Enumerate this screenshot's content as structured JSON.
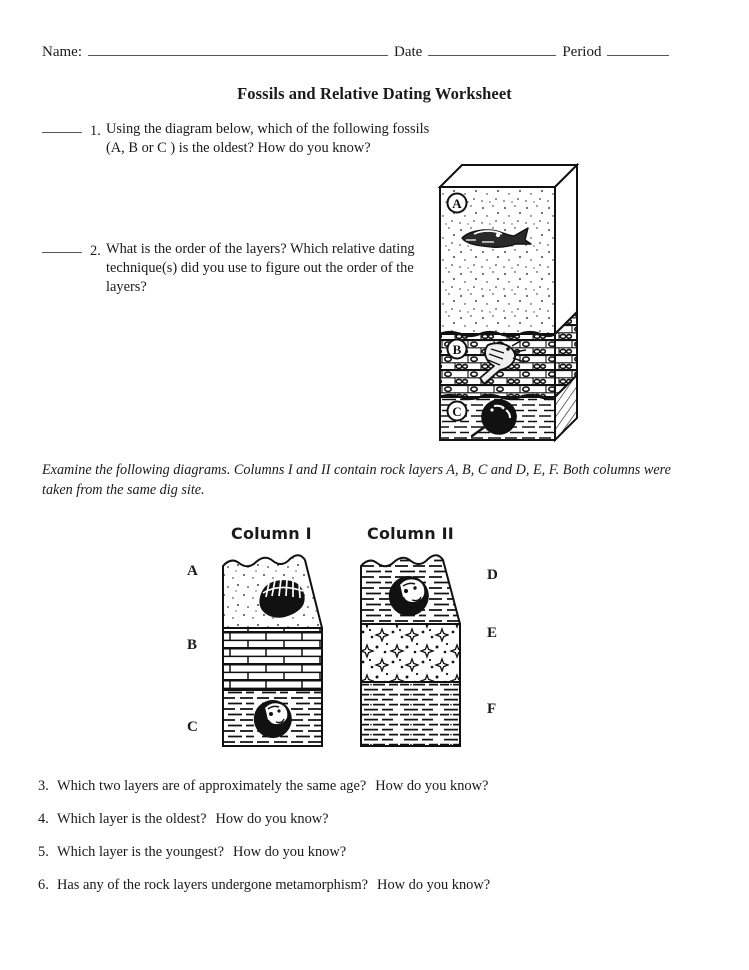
{
  "header": {
    "name_label": "Name:",
    "date_label": "Date",
    "period_label": "Period"
  },
  "title": "Fossils and Relative Dating Worksheet",
  "questions_top": [
    {
      "number": "1.",
      "text": "Using the diagram below, which of the following fossils (A, B or C ) is the oldest? How do you know?"
    },
    {
      "number": "2.",
      "text": "What is the order of the layers? Which relative dating technique(s) did you use to figure out the order of the layers?"
    }
  ],
  "block_diagram": {
    "layers": [
      {
        "label": "A",
        "rock_type": "sandstone",
        "fossil": "fish-fossil"
      },
      {
        "label": "B",
        "rock_type": "conglomerate",
        "fossil": "trilobite-fossil"
      },
      {
        "label": "C",
        "rock_type": "shale",
        "fossil": "ammonite-fossil"
      }
    ]
  },
  "examine_text": "Examine the following diagrams. Columns I and II contain rock layers A, B, C and D, E, F. Both columns were taken from the same dig site.",
  "columns": [
    {
      "title": "Column I",
      "layers": [
        {
          "label": "A",
          "rock_type": "sandstone",
          "fossil": "clam-shell-fossil"
        },
        {
          "label": "B",
          "rock_type": "limestone",
          "fossil": "none"
        },
        {
          "label": "C",
          "rock_type": "shale",
          "fossil": "ammonite-fossil"
        }
      ]
    },
    {
      "title": "Column II",
      "layers": [
        {
          "label": "D",
          "rock_type": "shale",
          "fossil": "ammonite-fossil"
        },
        {
          "label": "E",
          "rock_type": "conglomerate",
          "fossil": "none"
        },
        {
          "label": "F",
          "rock_type": "shale",
          "fossil": "none"
        }
      ]
    }
  ],
  "questions_bottom": [
    {
      "number": "3.",
      "text": "Which two layers are of approximately the same age?",
      "followup": "How do you know?"
    },
    {
      "number": "4.",
      "text": "Which layer is the oldest?",
      "followup": "How do you know?"
    },
    {
      "number": "5.",
      "text": "Which layer is the youngest?",
      "followup": "How do you know?"
    },
    {
      "number": "6.",
      "text": "Has any of the rock layers undergone metamorphism?",
      "followup": "How do you know?"
    }
  ]
}
